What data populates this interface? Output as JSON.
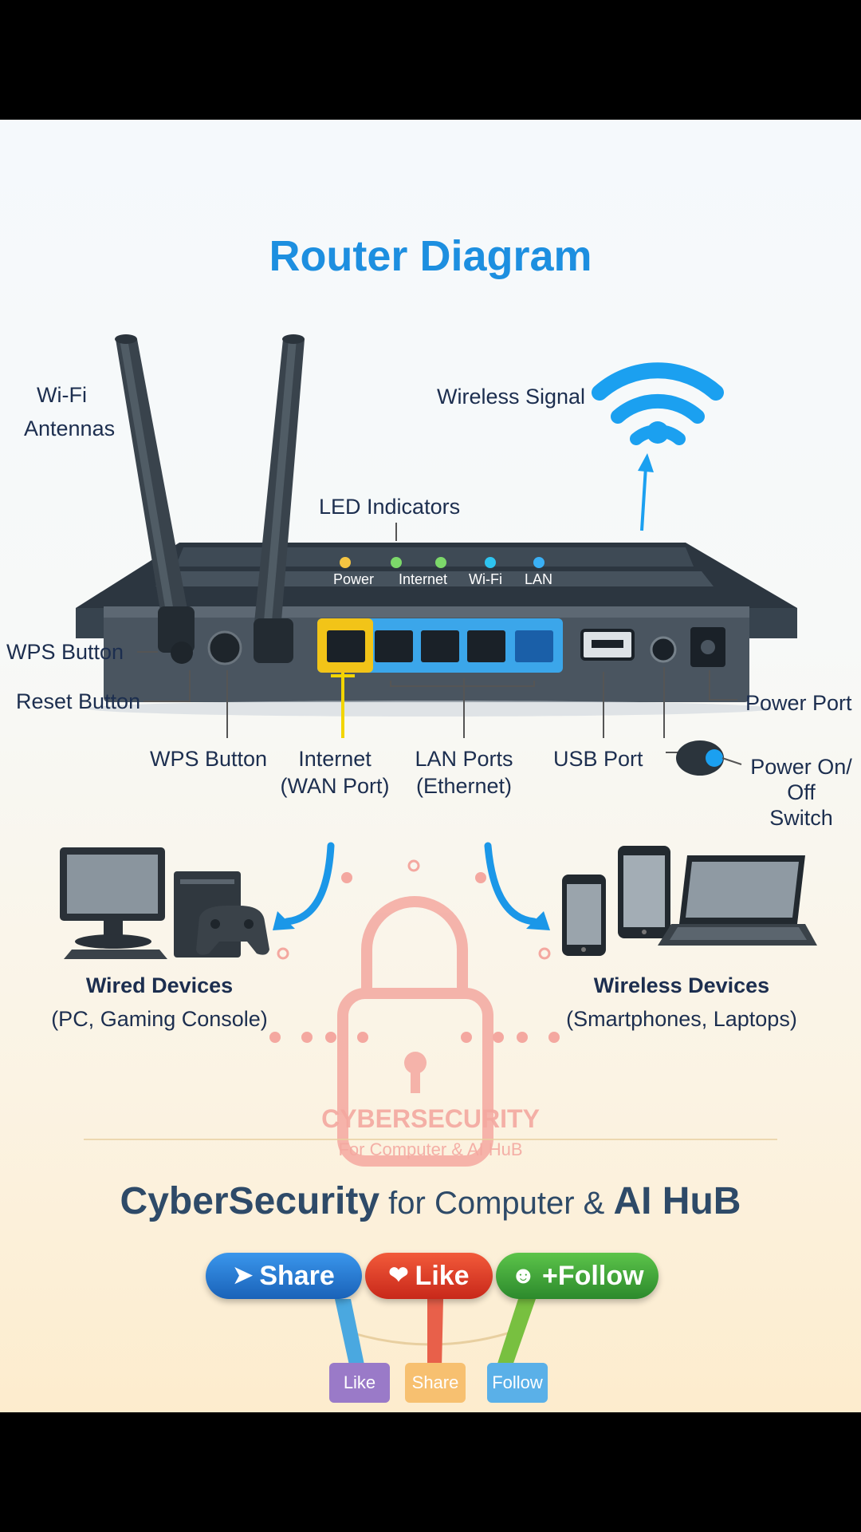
{
  "title": "Router Diagram",
  "labels": {
    "wifi_antennas_1": "Wi-Fi",
    "wifi_antennas_2": "Antennas",
    "wireless_signal": "Wireless Signal",
    "led_indicators": "LED Indicators",
    "wps_button_left": "WPS Button",
    "reset_button": "Reset Button",
    "power_port": "Power Port",
    "wps_button": "WPS Button",
    "internet_1": "Internet",
    "internet_2": "(WAN Port)",
    "lan_1": "LAN Ports",
    "lan_2": "(Ethernet)",
    "usb_port": "USB Port",
    "power_switch_1": "Power On/",
    "power_switch_2": "Off",
    "power_switch_3": "Switch"
  },
  "leds": [
    {
      "label": "Power",
      "color": "#f5c542"
    },
    {
      "label": "Internet",
      "color": "#7cd86a"
    },
    {
      "label": "Wi-Fi",
      "color": "#2ec4f0"
    },
    {
      "label": "LAN",
      "color": "#3ab0f5"
    }
  ],
  "devices": {
    "wired_title": "Wired Devices",
    "wired_sub": "(PC, Gaming Console)",
    "wireless_title": "Wireless Devices",
    "wireless_sub": "(Smartphones, Laptops)"
  },
  "watermark": {
    "title": "CYBERSECURITY",
    "sub": "For Computer & AI HuB"
  },
  "brand": {
    "part1": "CyberSecurity",
    "part2": " for Computer & ",
    "part3": "AI HuB"
  },
  "buttons": {
    "share": "Share",
    "like": "Like",
    "follow": "+Follow"
  },
  "tags": {
    "like": "Like",
    "share": "Share",
    "follow": "Follow"
  },
  "colors": {
    "title": "#1d8fe0",
    "router_body": "#2f3a42",
    "wan_port": "#f2c418",
    "lan_ports": "#2a9fe8",
    "share_button": "#1f73cc",
    "like_button": "#e33a22",
    "follow_button": "#3aa83a",
    "watermark": "#f4a8a0"
  }
}
